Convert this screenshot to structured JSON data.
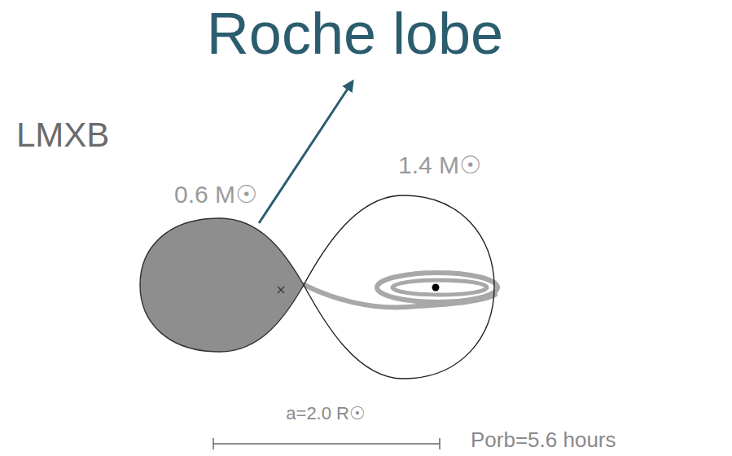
{
  "diagram": {
    "nodes": [
      {
        "text": [
          "0.6 M☉"
        ]
      },
      {
        "text": [
          "1.4 M☉"
        ]
      }
    ],
    "labels": [
      "Roche lobe",
      "LMXB",
      "a=2.0 R☉",
      "Porb=5.6 hours"
    ]
  }
}
